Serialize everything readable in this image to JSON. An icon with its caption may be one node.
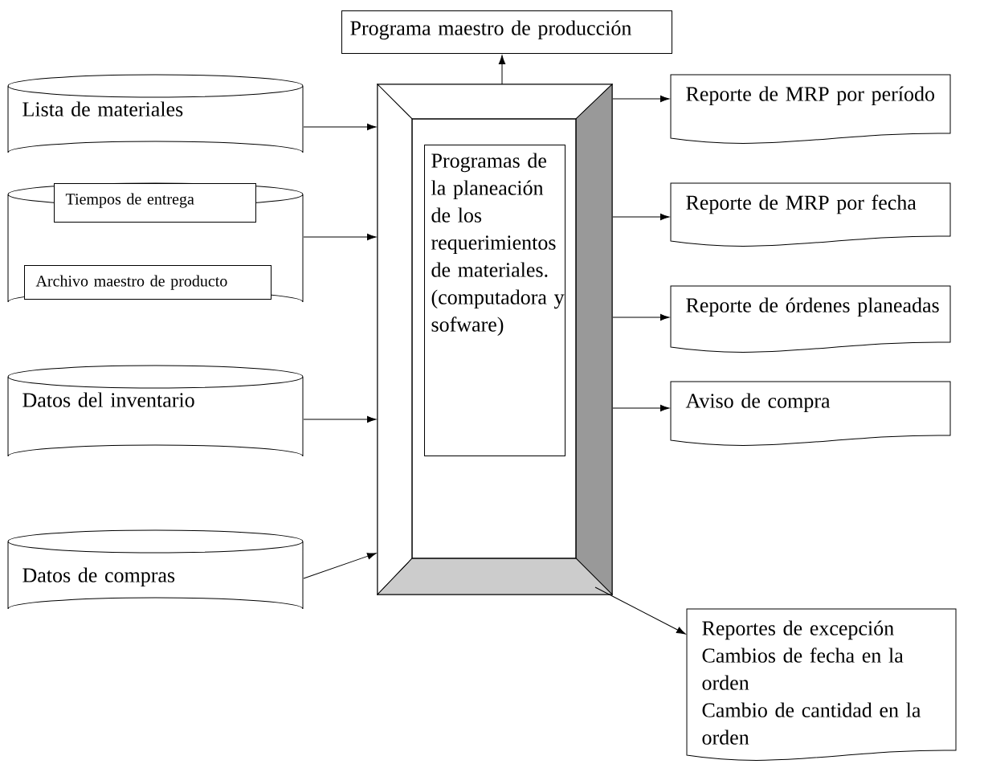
{
  "diagram": {
    "nodes": [
      {
        "text": [
          "Programa maestro de producción"
        ]
      },
      {
        "text": [
          "Lista de materiales"
        ]
      },
      {
        "text": [],
        "shape": "cylinder"
      },
      {
        "text": [
          "Tiempos de entrega"
        ],
        "in": 2
      },
      {
        "text": [
          "Archivo maestro de producto"
        ],
        "in": 2
      },
      {
        "text": [
          "Datos del inventario"
        ]
      },
      {
        "text": [
          "Datos de compras"
        ]
      },
      {
        "text": [],
        "shape": "box"
      },
      {
        "text": [
          "Programas de la planeación de los requerimientos de materiales. (computadora y sofware)"
        ],
        "in": 7
      },
      {
        "text": [
          "Reporte de MRP por período"
        ]
      },
      {
        "text": [
          "Reporte de MRP por fecha"
        ]
      },
      {
        "text": [
          "Reporte de órdenes planeadas"
        ]
      },
      {
        "text": [
          "Aviso de compra"
        ]
      },
      {
        "text": [
          "Reportes de excepción",
          "Cambios de fecha en la orden",
          "Cambio de cantidad en la orden"
        ]
      }
    ],
    "edges": [
      {
        "from": 7,
        "to": 0,
        "arrow": "to"
      },
      {
        "from": 1,
        "to": 7,
        "arrow": "to"
      },
      {
        "from": 2,
        "to": 7,
        "arrow": "to"
      },
      {
        "from": 5,
        "to": 7,
        "arrow": "to"
      },
      {
        "from": 6,
        "to": 7,
        "arrow": "to"
      },
      {
        "from": 7,
        "to": 9,
        "arrow": "to"
      },
      {
        "from": 7,
        "to": 10,
        "arrow": "to"
      },
      {
        "from": 7,
        "to": 11,
        "arrow": "to"
      },
      {
        "from": 7,
        "to": 12,
        "arrow": "to"
      },
      {
        "from": 7,
        "to": 13,
        "arrow": "to"
      }
    ]
  }
}
